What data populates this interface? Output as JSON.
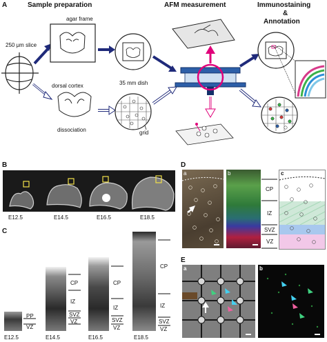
{
  "panel_a": {
    "letter": "A",
    "headers": {
      "sample_prep": "Sample preparation",
      "afm": "AFM measurement",
      "immuno": "Immunostaining",
      "amp": "&",
      "annotation": "Annotation"
    },
    "labels": {
      "slice": "250 μm slice",
      "agar": "agar frame",
      "dorsal": "dorsal cortex",
      "dish": "35 mm dish",
      "dissociation": "dissociation",
      "grid": "grid"
    }
  },
  "panel_b": {
    "letter": "B",
    "ages": [
      "E12.5",
      "E14.5",
      "E16.5",
      "E18.5"
    ]
  },
  "panel_c": {
    "letter": "C",
    "ages": [
      "E12.5",
      "E14.5",
      "E16.5",
      "E18.5"
    ],
    "layers_e125": [
      "PP",
      "VZ"
    ],
    "layers_e145": [
      "CP",
      "IZ",
      "SVZ",
      "VZ"
    ],
    "layers_e165": [
      "CP",
      "IZ",
      "SVZ",
      "VZ"
    ],
    "layers_e185": [
      "CP",
      "IZ",
      "SVZ",
      "VZ"
    ]
  },
  "panel_d": {
    "letter": "D",
    "sub": [
      "a",
      "b",
      "c"
    ],
    "layers": [
      "CP",
      "IZ",
      "SVZ",
      "VZ"
    ]
  },
  "panel_e": {
    "letter": "E",
    "sub": [
      "a",
      "b"
    ]
  },
  "colors": {
    "arrow_blue": "#1f2a7a",
    "arrow_magenta": "#e0007a",
    "afm_blue": "#2d5fa8"
  }
}
